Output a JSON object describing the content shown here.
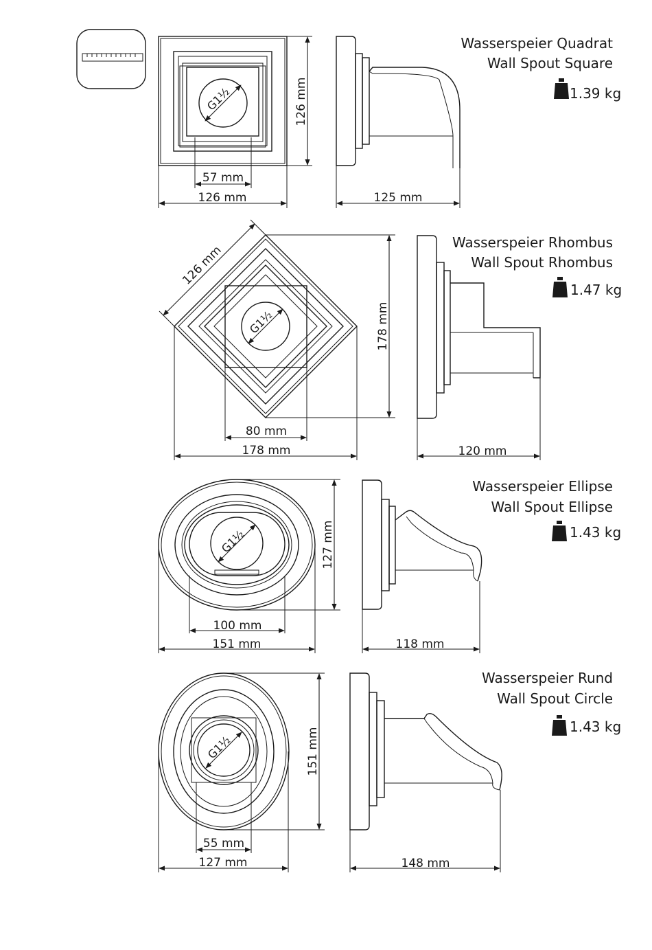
{
  "products": [
    {
      "title_de": "Wasserspeier Quadrat",
      "title_en": "Wall Spout Square",
      "weight": "1.39 kg",
      "thread": "G1½",
      "dims": {
        "opening": "57 mm",
        "width": "126 mm",
        "height": "126 mm",
        "depth": "125 mm"
      }
    },
    {
      "title_de": "Wasserspeier Rhombus",
      "title_en": "Wall Spout Rhombus",
      "weight": "1.47 kg",
      "thread": "G1½",
      "dims": {
        "side": "126 mm",
        "opening": "80 mm",
        "width": "178 mm",
        "height": "178 mm",
        "depth": "120 mm"
      }
    },
    {
      "title_de": "Wasserspeier Ellipse",
      "title_en": "Wall Spout Ellipse",
      "weight": "1.43 kg",
      "thread": "G1½",
      "dims": {
        "opening": "100 mm",
        "width": "151 mm",
        "height": "127 mm",
        "depth": "118 mm"
      }
    },
    {
      "title_de": "Wasserspeier Rund",
      "title_en": "Wall Spout Circle",
      "weight": "1.43 kg",
      "thread": "G1½",
      "dims": {
        "opening": "55 mm",
        "width": "127 mm",
        "height": "151 mm",
        "depth": "148 mm"
      }
    }
  ],
  "icons": {
    "badge": "water-blade-icon",
    "weight": "weight-icon"
  }
}
